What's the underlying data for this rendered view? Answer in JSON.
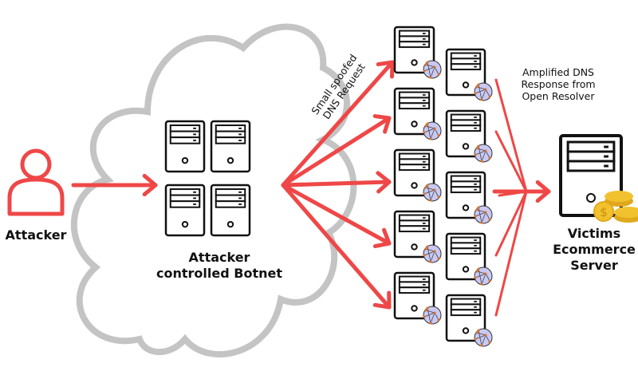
{
  "labels": {
    "attacker": "Attacker",
    "botnet_line1": "Attacker",
    "botnet_line2": "controlled Botnet",
    "request_line1": "Small spoofed",
    "request_line2": "DNS Request",
    "response_line1": "Amplified DNS",
    "response_line2": "Response from",
    "response_line3": "Open Resolver",
    "victim_line1": "Victims",
    "victim_line2": "Ecommerce",
    "victim_line3": "Server"
  },
  "colors": {
    "accent": "#ef4747",
    "cloud": "#c4c4c4",
    "ink": "#111111",
    "globe": "#c9c9f5",
    "coin": "#f2c12e"
  },
  "icons": [
    "user-icon",
    "server-icon",
    "globe-icon",
    "coin-stack-icon",
    "cloud-shape"
  ]
}
